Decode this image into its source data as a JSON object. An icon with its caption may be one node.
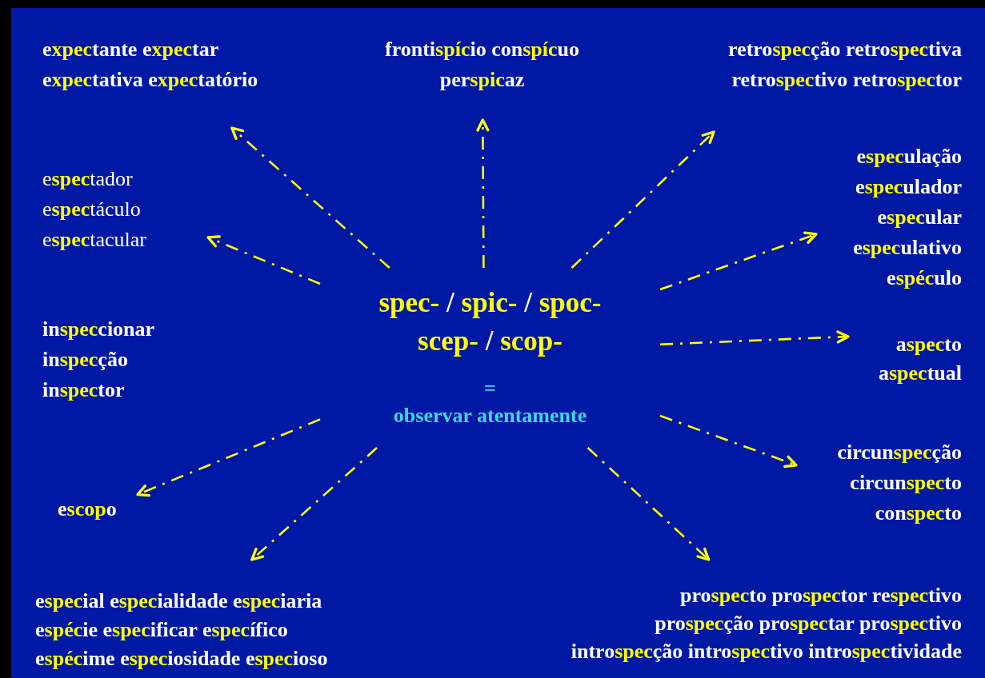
{
  "diagram": {
    "nodes": [
      {
        "text": [
          "**spec-** / **spic-** / **spoc-**",
          "**scep-** / **scop-**",
          "=",
          "observar atentamente"
        ]
      },
      {
        "text": [
          "e**xpec**tante e**xpec**tar",
          "e**xpec**tativa e**xpec**tatório"
        ]
      },
      {
        "text": [
          "fronti**spíc**io con**spíc**uo",
          "per**spic**az"
        ]
      },
      {
        "text": [
          "retro**spec**ção retro**spec**tiva",
          "retro**spec**tivo retro**spec**tor"
        ]
      },
      {
        "text": [
          "e**spec**tador",
          "e**spec**táculo",
          "e**spec**tacular"
        ]
      },
      {
        "text": [
          "e**spec**ulação",
          "e**spec**ulador",
          "e**spec**ular",
          "e**spec**ulativo",
          "e**spéc**ulo"
        ]
      },
      {
        "text": [
          "in**spec**cionar",
          "in**spec**ção",
          "in**spec**tor"
        ]
      },
      {
        "text": [
          "a**spec**to",
          "a**spec**tual"
        ]
      },
      {
        "text": [
          "circun**spec**ção",
          "circun**spec**to",
          "con**spec**to"
        ]
      },
      {
        "text": [
          "e**scop**o"
        ]
      },
      {
        "text": [
          "e**spec**ial e**spec**ialidade e**spec**iaria",
          "e**spéc**ie e**spec**ificar e**spec**ífico",
          "e**spéc**ime e**spec**iosidade e**spec**ioso"
        ]
      },
      {
        "text": [
          "pro**spec**to pro**spec**tor re**spec**tivo",
          "pro**spec**ção pro**spec**tar pro**spec**tivo",
          "intro**spec**ção intro**spec**tivo intro**spec**tividade"
        ]
      }
    ],
    "edges": [
      {
        "from": 0,
        "to": 1,
        "arrow": "to"
      },
      {
        "from": 0,
        "to": 2,
        "arrow": "to"
      },
      {
        "from": 0,
        "to": 3,
        "arrow": "to"
      },
      {
        "from": 0,
        "to": 4,
        "arrow": "to"
      },
      {
        "from": 0,
        "to": 5,
        "arrow": "to"
      },
      {
        "from": 0,
        "to": 7,
        "arrow": "to"
      },
      {
        "from": 0,
        "to": 8,
        "arrow": "to"
      },
      {
        "from": 0,
        "to": 9,
        "arrow": "to"
      },
      {
        "from": 0,
        "to": 10,
        "arrow": "to"
      },
      {
        "from": 0,
        "to": 11,
        "arrow": "to"
      }
    ]
  }
}
